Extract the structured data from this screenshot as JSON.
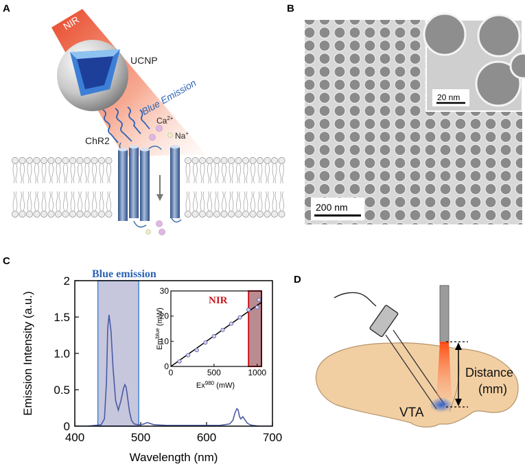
{
  "panel_a": {
    "label": "A",
    "nir": "NIR",
    "ucnp": "UCNP",
    "blue_emission": "Blue Emission",
    "ca_base": "Ca",
    "ca_sup": "2+",
    "na_base": "Na",
    "na_sup": "+",
    "chr2": "ChR2"
  },
  "panel_b": {
    "label": "B",
    "scale_main": "200 nm",
    "scale_inset": "20 nm"
  },
  "panel_c": {
    "label": "C",
    "band_label": "Blue emission",
    "ylabel": "Emission Intensity (a.u.)",
    "xlabel": "Wavelength (nm)",
    "inset": {
      "highlight": "NIR",
      "ylabel_base": "Em",
      "ylabel_sup": "blue",
      "ylabel_unit": " (mW)",
      "xlabel_base": "Ex",
      "xlabel_sup": "980",
      "xlabel_unit": " (mW)"
    }
  },
  "panel_d": {
    "label": "D",
    "distance_line1": "Distance",
    "distance_line2": "(mm)",
    "region": "VTA"
  },
  "colors": {
    "blue_label": "#2b63b5",
    "band_fill": "#c6c6dd",
    "band_edge": "#3f86d8",
    "spectrum": "#4a5aa3",
    "nir_red": "#c8161d",
    "brain": "#f2cfa3",
    "laser": "#ff5a1f"
  },
  "chart_data": [
    {
      "type": "line",
      "title": "",
      "xlabel": "Wavelength (nm)",
      "ylabel": "Emission Intensity (a.u.)",
      "xlim": [
        400,
        700
      ],
      "ylim": [
        0,
        2
      ],
      "x_ticks": [
        "400",
        "500",
        "600",
        "700"
      ],
      "y_ticks": [
        "0",
        "0.5",
        "1.0",
        "1.5",
        "2"
      ],
      "highlight_band": [
        435,
        497
      ],
      "series": [
        {
          "x": [
            400,
            420,
            440,
            445,
            448,
            450,
            452,
            455,
            458,
            462,
            466,
            470,
            474,
            476,
            478,
            480,
            483,
            486,
            490,
            496,
            500,
            505,
            510,
            520,
            540,
            560,
            580,
            600,
            620,
            635,
            640,
            643,
            646,
            648,
            650,
            652,
            655,
            658,
            662,
            666,
            670,
            680,
            700
          ],
          "y": [
            0.0,
            0.0,
            0.02,
            0.1,
            0.6,
            1.35,
            1.53,
            1.3,
            0.8,
            0.35,
            0.22,
            0.35,
            0.52,
            0.57,
            0.53,
            0.4,
            0.2,
            0.08,
            0.03,
            0.02,
            0.02,
            0.03,
            0.05,
            0.02,
            0.01,
            0.01,
            0.01,
            0.01,
            0.01,
            0.03,
            0.08,
            0.18,
            0.24,
            0.22,
            0.13,
            0.1,
            0.13,
            0.09,
            0.04,
            0.02,
            0.01,
            0.0,
            0.0
          ]
        }
      ]
    },
    {
      "type": "scatter",
      "title": "",
      "xlabel": "Ex980 (mW)",
      "ylabel": "Emblue (mW)",
      "xlim": [
        0,
        1050
      ],
      "ylim": [
        0,
        30
      ],
      "x_ticks": [
        "0",
        "500",
        "1000"
      ],
      "y_ticks": [
        "0",
        "10",
        "20",
        "30"
      ],
      "highlight_band": [
        900,
        1050
      ],
      "points": {
        "x": [
          100,
          200,
          300,
          400,
          500,
          600,
          700,
          800,
          900,
          1000,
          1020
        ],
        "y": [
          2,
          4.5,
          6.5,
          9.5,
          12,
          14.5,
          17,
          19.5,
          22.5,
          23.5,
          26.5
        ]
      },
      "fit_line": {
        "x": [
          0,
          1050
        ],
        "y": [
          0,
          25.5
        ]
      }
    }
  ]
}
